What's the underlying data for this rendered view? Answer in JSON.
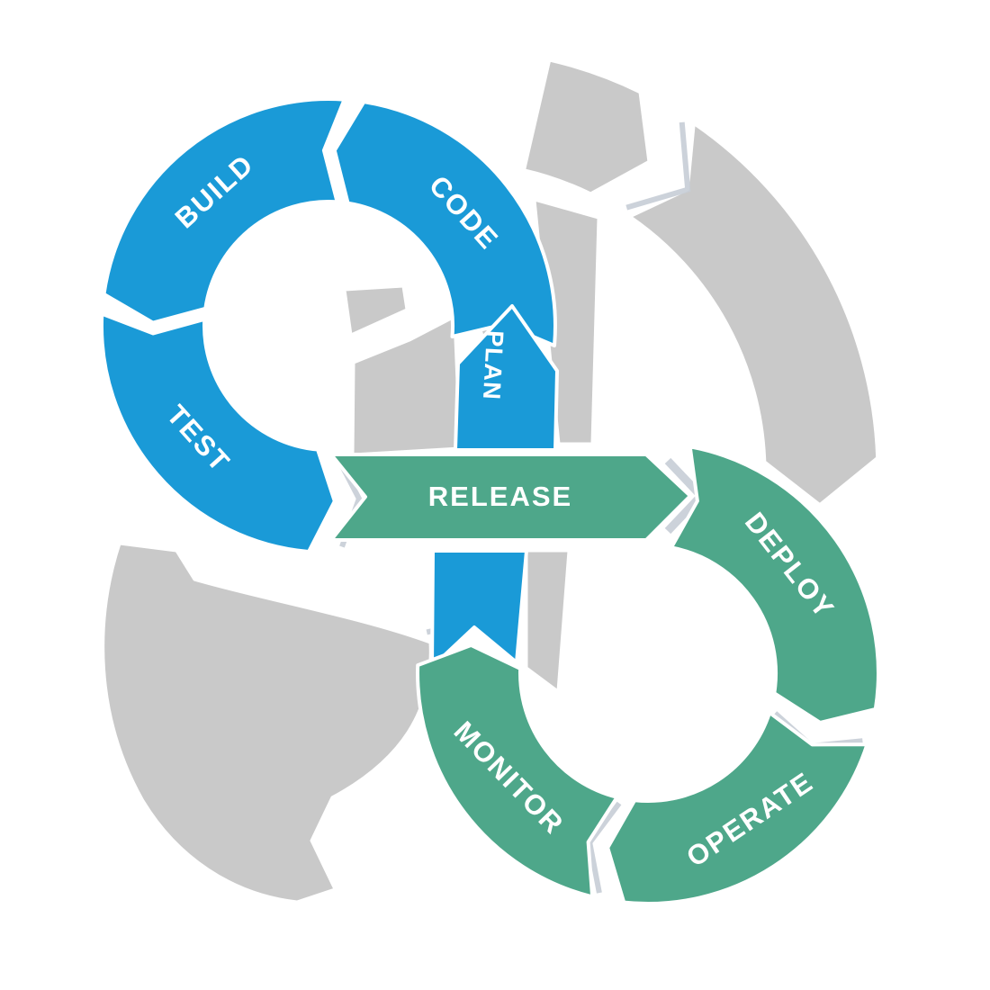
{
  "diagram": {
    "type": "devops-infinity-loop",
    "stages": [
      {
        "id": "plan",
        "label": "PLAN",
        "color_role": "dev_blue"
      },
      {
        "id": "code",
        "label": "CODE",
        "color_role": "dev_blue"
      },
      {
        "id": "build",
        "label": "BUILD",
        "color_role": "dev_blue"
      },
      {
        "id": "test",
        "label": "TEST",
        "color_role": "dev_blue"
      },
      {
        "id": "release",
        "label": "RELEASE",
        "color_role": "ops_green"
      },
      {
        "id": "deploy",
        "label": "DEPLOY",
        "color_role": "ops_green"
      },
      {
        "id": "operate",
        "label": "OPERATE",
        "color_role": "ops_green"
      },
      {
        "id": "monitor",
        "label": "MONITOR",
        "color_role": "ops_green"
      }
    ],
    "colors": {
      "dev_blue": "#1A9AD7",
      "ops_green": "#4EA78A",
      "track_gray": "#C9C9C9",
      "gap_accent": "#C7CDD6",
      "label_text": "#FFFFFF",
      "background": "#FFFFFF"
    }
  }
}
